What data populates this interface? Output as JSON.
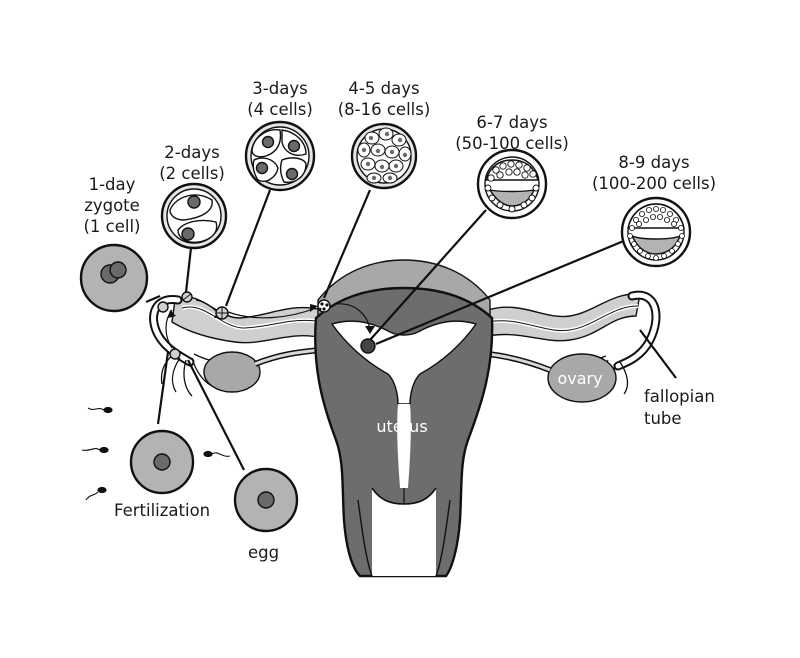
{
  "stages": [
    {
      "id": "day1",
      "lines": [
        "1-day",
        "zygote",
        "(1 cell)"
      ]
    },
    {
      "id": "day2",
      "lines": [
        "2-days",
        "(2 cells)"
      ]
    },
    {
      "id": "day3",
      "lines": [
        "3-days",
        "(4 cells)"
      ]
    },
    {
      "id": "day45",
      "lines": [
        "4-5 days",
        "(8-16 cells)"
      ]
    },
    {
      "id": "day67",
      "lines": [
        "6-7 days",
        "(50-100 cells)"
      ]
    },
    {
      "id": "day89",
      "lines": [
        "8-9 days",
        "(100-200 cells)"
      ]
    }
  ],
  "labels": {
    "fertilization": "Fertilization",
    "egg": "egg",
    "uterus": "uterus",
    "ovary": "ovary",
    "fallopian_tube": [
      "fallopian",
      "tube"
    ]
  },
  "colors": {
    "tissue_dark": "#6d6d6d",
    "tissue_light": "#a8a8a8",
    "cell_fill": "#b3b3b3",
    "cell_light": "#e6e6e6",
    "nucleus": "#6a6a6a",
    "outline": "#111111"
  }
}
